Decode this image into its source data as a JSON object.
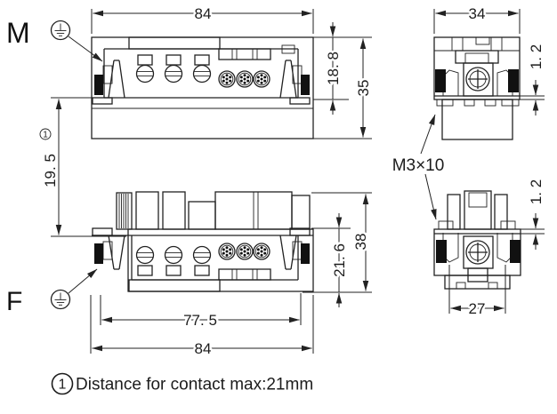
{
  "drawing": {
    "male_label": "M",
    "female_label": "F",
    "screw_spec": "M3×10"
  },
  "dimensions": {
    "m_width_top": "84",
    "m_insert_height": "18. 8",
    "m_total_height": "35",
    "m_side_width": "34",
    "m_side_flange_thickness": "1. 2",
    "mount_distance": "19. 5",
    "mount_distance_ref": "1",
    "f_insert_height": "21. 6",
    "f_total_height": "38",
    "f_side_flange_thickness": "1. 2",
    "f_screw_spacing": "77. 5",
    "f_width_bottom": "84",
    "f_side_width": "27"
  },
  "footnote": {
    "ref": "1",
    "text": "Distance for contact max:21mm"
  },
  "colors": {
    "line": "#222222",
    "seal_fill": "#111111",
    "background": "#ffffff"
  }
}
